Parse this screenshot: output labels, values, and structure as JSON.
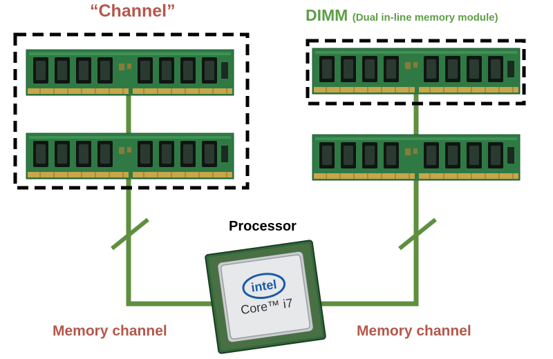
{
  "labels": {
    "channel_title": "“Channel”",
    "dimm_title": "DIMM",
    "dimm_subtitle": "(Dual in-line memory module)",
    "processor_title": "Processor",
    "memory_channel_left": "Memory channel",
    "memory_channel_right": "Memory channel"
  },
  "cpu": {
    "brand": "intel",
    "model": "Core™ i7"
  },
  "dimms": [
    {
      "id": "dimm-left-top",
      "chips": 8
    },
    {
      "id": "dimm-left-bottom",
      "chips": 8
    },
    {
      "id": "dimm-right-top",
      "chips": 8
    },
    {
      "id": "dimm-right-bottom",
      "chips": 8
    }
  ],
  "colors": {
    "channel_wire": "#5f8f3e",
    "pcb": "#2f7a44",
    "chip": "#101512",
    "gold_contacts": "#c8a64a",
    "label_red": "#b5574b",
    "label_green": "#5e9e47",
    "dash_box": "#000000"
  }
}
